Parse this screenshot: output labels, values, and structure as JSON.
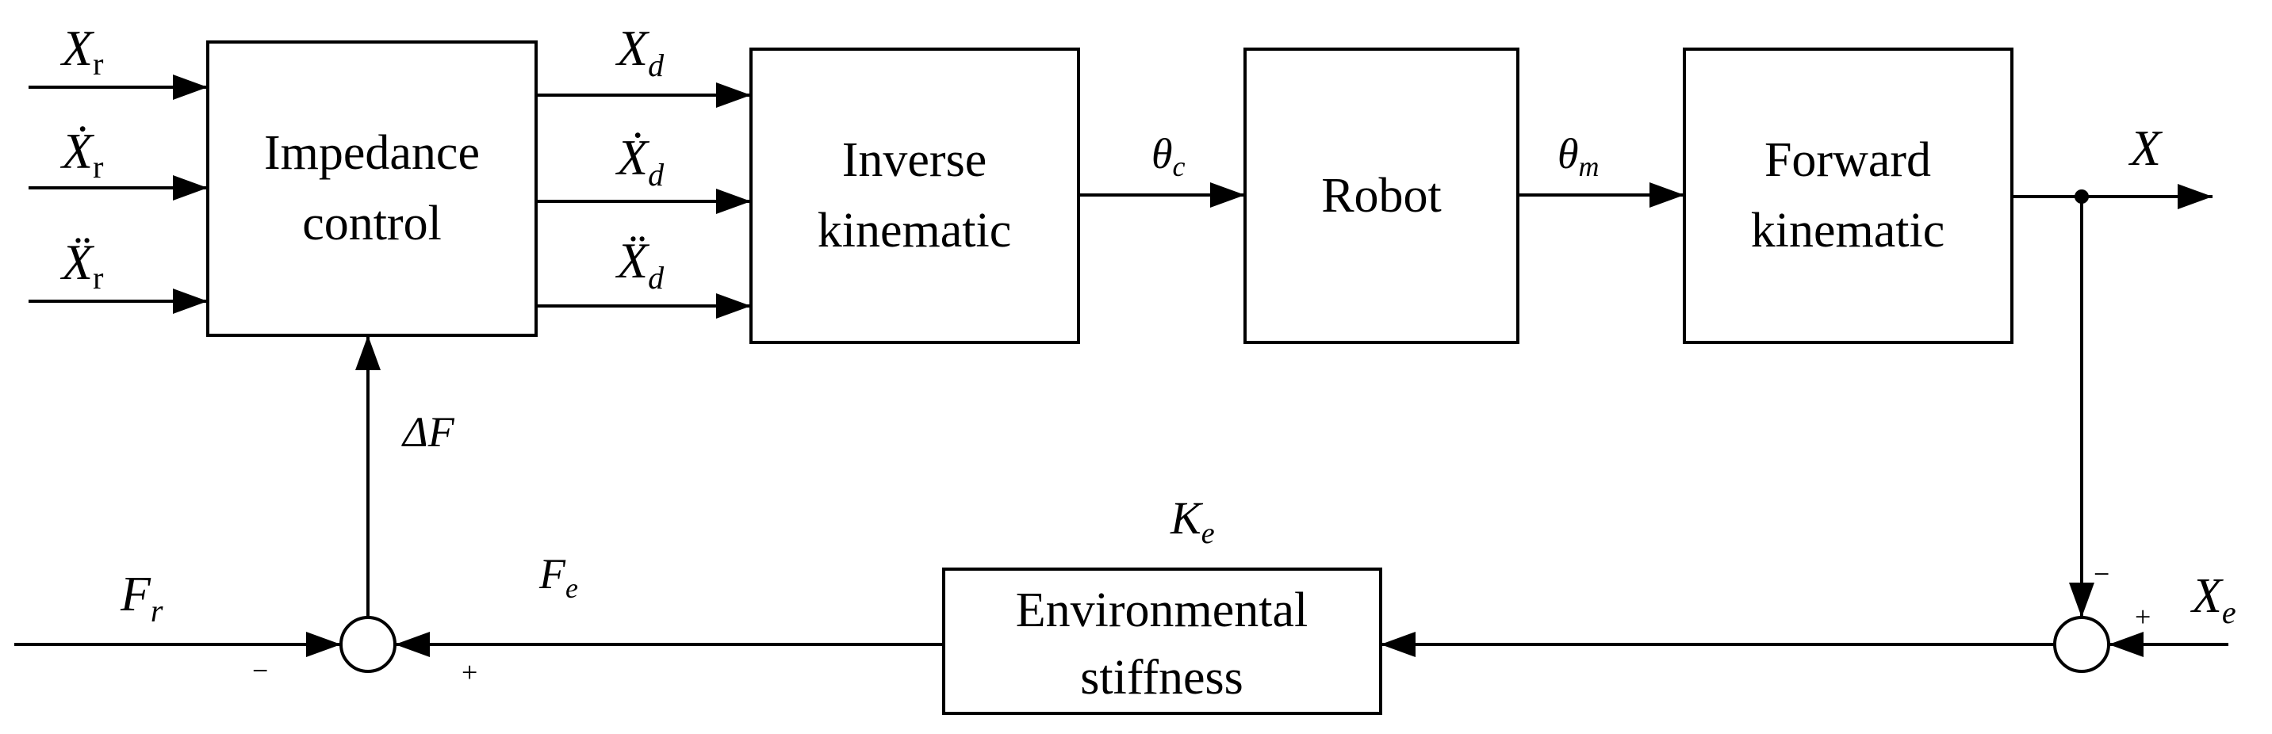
{
  "blocks": {
    "impedance": [
      "Impedance",
      "control"
    ],
    "inverse": [
      "Inverse",
      "kinematic"
    ],
    "robot": [
      "Robot"
    ],
    "forward": [
      "Forward",
      "kinematic"
    ],
    "environment": [
      "Environmental",
      "stiffness"
    ]
  },
  "signals": {
    "xr": {
      "base": "X",
      "sub": "r"
    },
    "xr_dot": {
      "base": "Ẋ",
      "sub": "r"
    },
    "xr_ddot": {
      "base": "Ẍ",
      "sub": "r"
    },
    "xd": {
      "base": "X",
      "sub": "d"
    },
    "xd_dot": {
      "base": "Ẋ",
      "sub": "d"
    },
    "xd_ddot": {
      "base": "Ẍ",
      "sub": "d"
    },
    "theta_c": {
      "base": "θ",
      "sub": "c"
    },
    "theta_m": {
      "base": "θ",
      "sub": "m"
    },
    "x_out": {
      "base": "X",
      "sub": ""
    },
    "delta_f": {
      "base": "ΔF",
      "sub": ""
    },
    "fr": {
      "base": "F",
      "sub": "r"
    },
    "fe": {
      "base": "F",
      "sub": "e"
    },
    "ke": {
      "base": "K",
      "sub": "e"
    },
    "xe": {
      "base": "X",
      "sub": "e"
    }
  },
  "signs": {
    "left_minus": "−",
    "left_plus": "+",
    "right_minus": "−",
    "right_plus": "+"
  }
}
